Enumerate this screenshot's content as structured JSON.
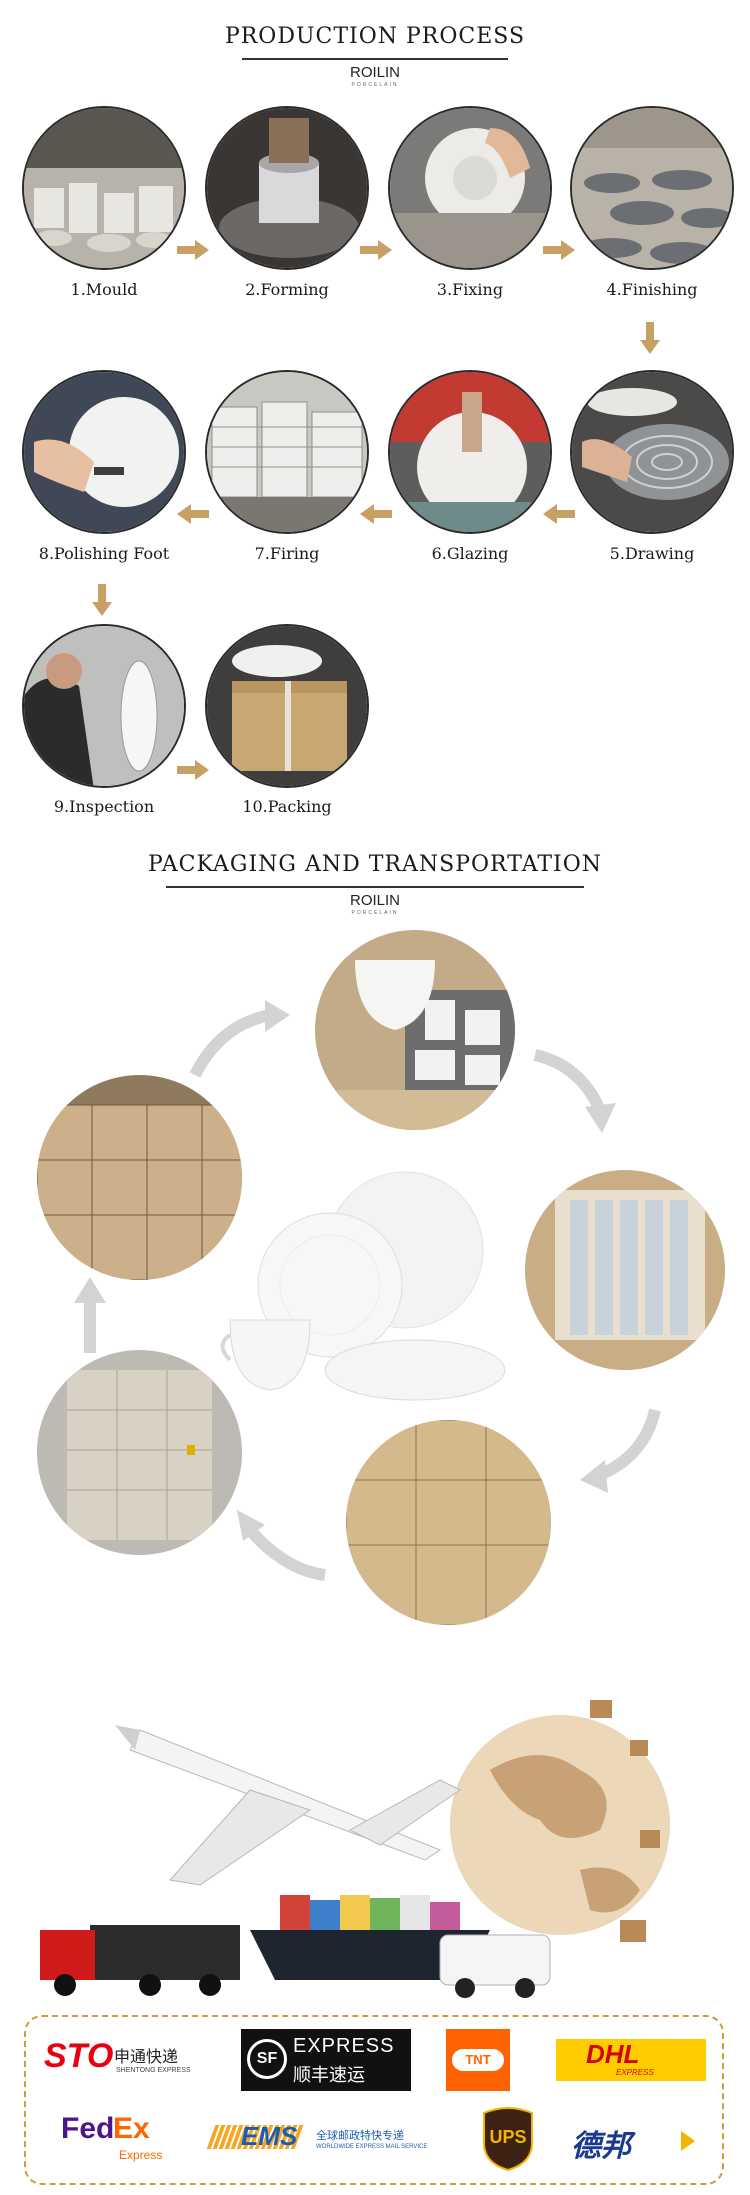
{
  "production": {
    "title": "PRODUCTION PROCESS",
    "logo_brand": "ROILIN",
    "logo_sub": "PORCELAIN",
    "steps": [
      {
        "label": "1.Mould"
      },
      {
        "label": "2.Forming"
      },
      {
        "label": "3.Fixing"
      },
      {
        "label": "4.Finishing"
      },
      {
        "label": "5.Drawing"
      },
      {
        "label": "6.Glazing"
      },
      {
        "label": "7.Firing"
      },
      {
        "label": "8.Polishing  Foot"
      },
      {
        "label": "9.Inspection"
      },
      {
        "label": "10.Packing"
      }
    ]
  },
  "packaging": {
    "title": "PACKAGING AND TRANSPORTATION",
    "logo_brand": "ROILIN",
    "logo_sub": "PORCELAIN"
  },
  "couriers": {
    "sto": {
      "mark": "STO",
      "cn": "申通快递",
      "en": "SHENTONG EXPRESS"
    },
    "sf": {
      "mark": "SF",
      "en": "EXPRESS",
      "cn": "顺丰速运"
    },
    "tnt": {
      "mark": "TNT"
    },
    "dhl": {
      "mark": "DHL",
      "sub": "EXPRESS"
    },
    "fedex": {
      "fed": "Fed",
      "ex": "Ex",
      "sub": "Express"
    },
    "ems": {
      "mark": "EMS",
      "cn": "全球邮政特快专递",
      "en": "WORLDWIDE EXPRESS MAIL SERVICE"
    },
    "ups": {
      "mark": "UPS"
    },
    "debang": {
      "cn": "德邦"
    }
  },
  "colors": {
    "arrow": "#c9a064",
    "curve": "#d3d3d3",
    "dashed_border": "#d29a3a",
    "dhl_yellow": "#ffcc00",
    "dhl_red": "#d40511",
    "fedex_purple": "#4d148c",
    "fedex_orange": "#ff6600",
    "tnt_orange": "#ff6200",
    "ems_blue": "#1b5bb5",
    "sto_red": "#e60012",
    "ups_brown": "#3d2314",
    "ups_gold": "#f4b400"
  }
}
